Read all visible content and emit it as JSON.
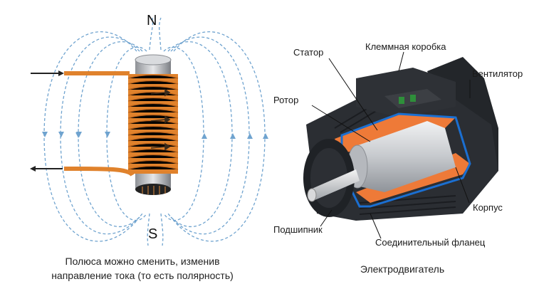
{
  "coil": {
    "north_label": "N",
    "south_label": "S",
    "caption_line1": "Полюса можно сменить, изменив",
    "caption_line2": "направление тока (то есть полярность)"
  },
  "motor": {
    "labels": {
      "stator": "Статор",
      "terminal_box": "Клеммная коробка",
      "fan": "Вентилятор",
      "rotor": "Ротор",
      "housing": "Корпус",
      "bearing": "Подшипник",
      "flange": "Соединительный фланец"
    },
    "caption": "Электродвигатель"
  },
  "colors": {
    "field_lines": "#6fa3cf",
    "copper": "#e0822c",
    "motor_body": "#2b2e33",
    "orange_parts": "#ee7a38",
    "blue_outline": "#1b6fd1",
    "rotor_silver": "#c9ccd0"
  }
}
